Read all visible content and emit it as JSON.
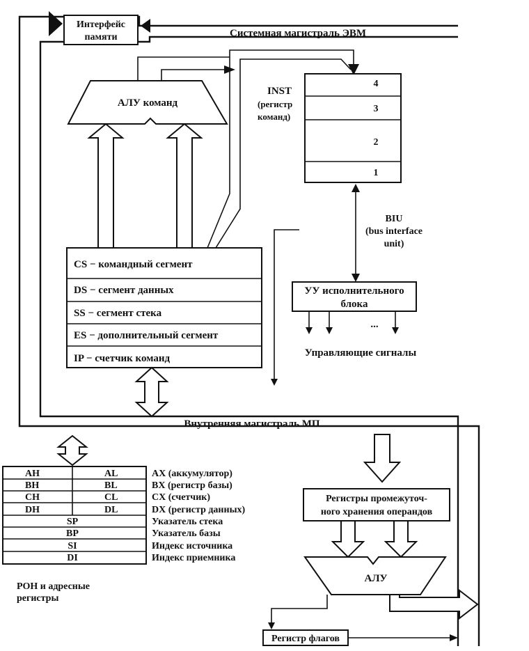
{
  "memory_interface": {
    "line1": "Интерфейс",
    "line2": "памяти"
  },
  "system_bus": "Системная магистраль ЭВМ",
  "internal_bus": "Внутренняя магистраль МП",
  "alu_commands": "АЛУ команд",
  "inst_register": {
    "line1": "INST",
    "line2": "(регистр",
    "line3": "команд)",
    "cells": [
      "4",
      "3",
      "2",
      "1"
    ]
  },
  "biu": {
    "line1": "BIU",
    "line2": "(bus interface",
    "line3": "unit)"
  },
  "segment_registers": [
    "CS − командный сегмент",
    "DS − сегмент данных",
    "SS − сегмент стека",
    "ES − дополнительный сегмент",
    "IP − счетчик команд"
  ],
  "control_unit": {
    "line1": "УУ исполнительного",
    "line2": "блока"
  },
  "control_dots": "...",
  "control_signals": "Управляющие сигналы",
  "general_registers": {
    "rows": [
      {
        "hi": "AH",
        "lo": "AL",
        "desc": "AX (аккумулятор)"
      },
      {
        "hi": "BH",
        "lo": "BL",
        "desc": "BX (регистр базы)"
      },
      {
        "hi": "CH",
        "lo": "CL",
        "desc": "CX (счетчик)"
      },
      {
        "hi": "DH",
        "lo": "DL",
        "desc": "DX (регистр данных)"
      }
    ],
    "pointer_rows": [
      {
        "name": "SP",
        "desc": "Указатель стека"
      },
      {
        "name": "BP",
        "desc": "Указатель базы"
      },
      {
        "name": "SI",
        "desc": "Индекс источника"
      },
      {
        "name": "DI",
        "desc": "Индекс приемника"
      }
    ],
    "caption_line1": "РОН и адресные",
    "caption_line2": "регистры"
  },
  "temp_registers": {
    "line1": "Регистры промежуточ-",
    "line2": "ного хранения операндов"
  },
  "alu": "АЛУ",
  "flags_register": "Регистр флагов"
}
